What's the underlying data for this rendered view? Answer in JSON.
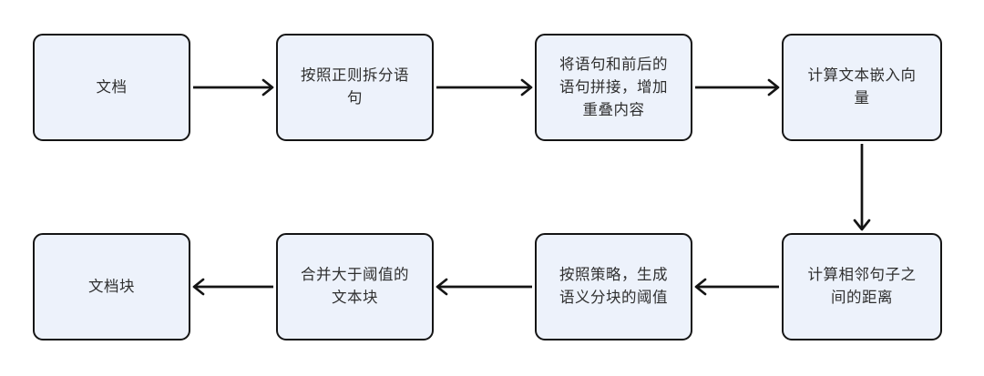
{
  "diagram": {
    "colors": {
      "background": "#ffffff",
      "node_fill": "#edf2fb",
      "node_border": "#141414",
      "text": "#2f2f2f",
      "arrow": "#141414"
    },
    "nodes": [
      {
        "id": "document",
        "label": "文档"
      },
      {
        "id": "split-sentences",
        "label": "按照正则拆分语\n句"
      },
      {
        "id": "concat-overlap",
        "label": "将语句和前后的\n语句拼接，增加\n重叠内容"
      },
      {
        "id": "embed-vectors",
        "label": "计算文本嵌入向\n量"
      },
      {
        "id": "adjacent-distance",
        "label": "计算相邻句子之\n间的距离"
      },
      {
        "id": "chunk-threshold",
        "label": "按照策略，生成\n语义分块的阈值"
      },
      {
        "id": "merge-chunks",
        "label": "合并大于阈值的\n文本块"
      },
      {
        "id": "document-chunks",
        "label": "文档块"
      }
    ],
    "edges": [
      {
        "from": "document",
        "to": "split-sentences",
        "direction": "right"
      },
      {
        "from": "split-sentences",
        "to": "concat-overlap",
        "direction": "right"
      },
      {
        "from": "concat-overlap",
        "to": "embed-vectors",
        "direction": "right"
      },
      {
        "from": "embed-vectors",
        "to": "adjacent-distance",
        "direction": "down"
      },
      {
        "from": "adjacent-distance",
        "to": "chunk-threshold",
        "direction": "left"
      },
      {
        "from": "chunk-threshold",
        "to": "merge-chunks",
        "direction": "left"
      },
      {
        "from": "merge-chunks",
        "to": "document-chunks",
        "direction": "left"
      }
    ]
  }
}
